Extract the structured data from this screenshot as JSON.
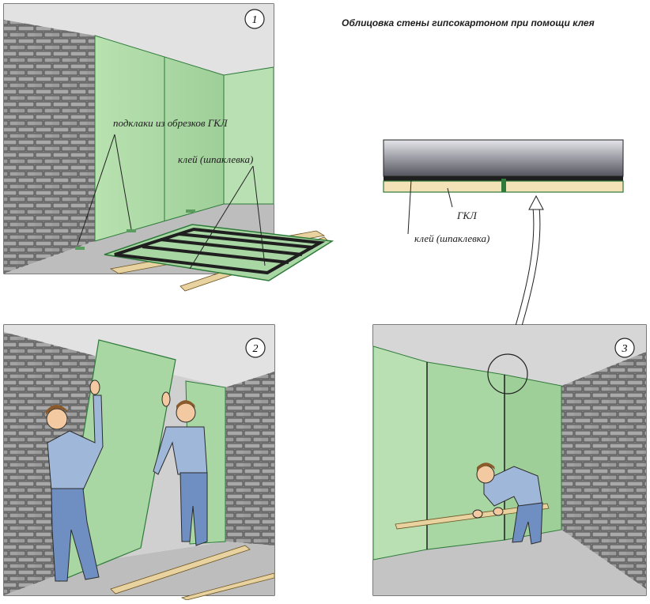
{
  "title": "Облицовка стены гипсокартоном при помощи клея",
  "panels": [
    {
      "number": "1"
    },
    {
      "number": "2"
    },
    {
      "number": "3"
    }
  ],
  "labels": {
    "podkladki": "подклаки из обрезков ГКЛ",
    "klei_panel1": "клей (шпаклевка)",
    "gkl": "ГКЛ",
    "klei_detail": "клей (шпаклевка)"
  },
  "colors": {
    "drywall_green": "#a9d7a3",
    "drywall_dark": "#2e7a3a",
    "brick": "#9a9a9a",
    "wall_grey": "#c9c9c9",
    "shirt_blue": "#9fb7d9",
    "jeans_blue": "#6f8fc2",
    "skin": "#f2c9a0",
    "wood": "#e8d2a0"
  }
}
